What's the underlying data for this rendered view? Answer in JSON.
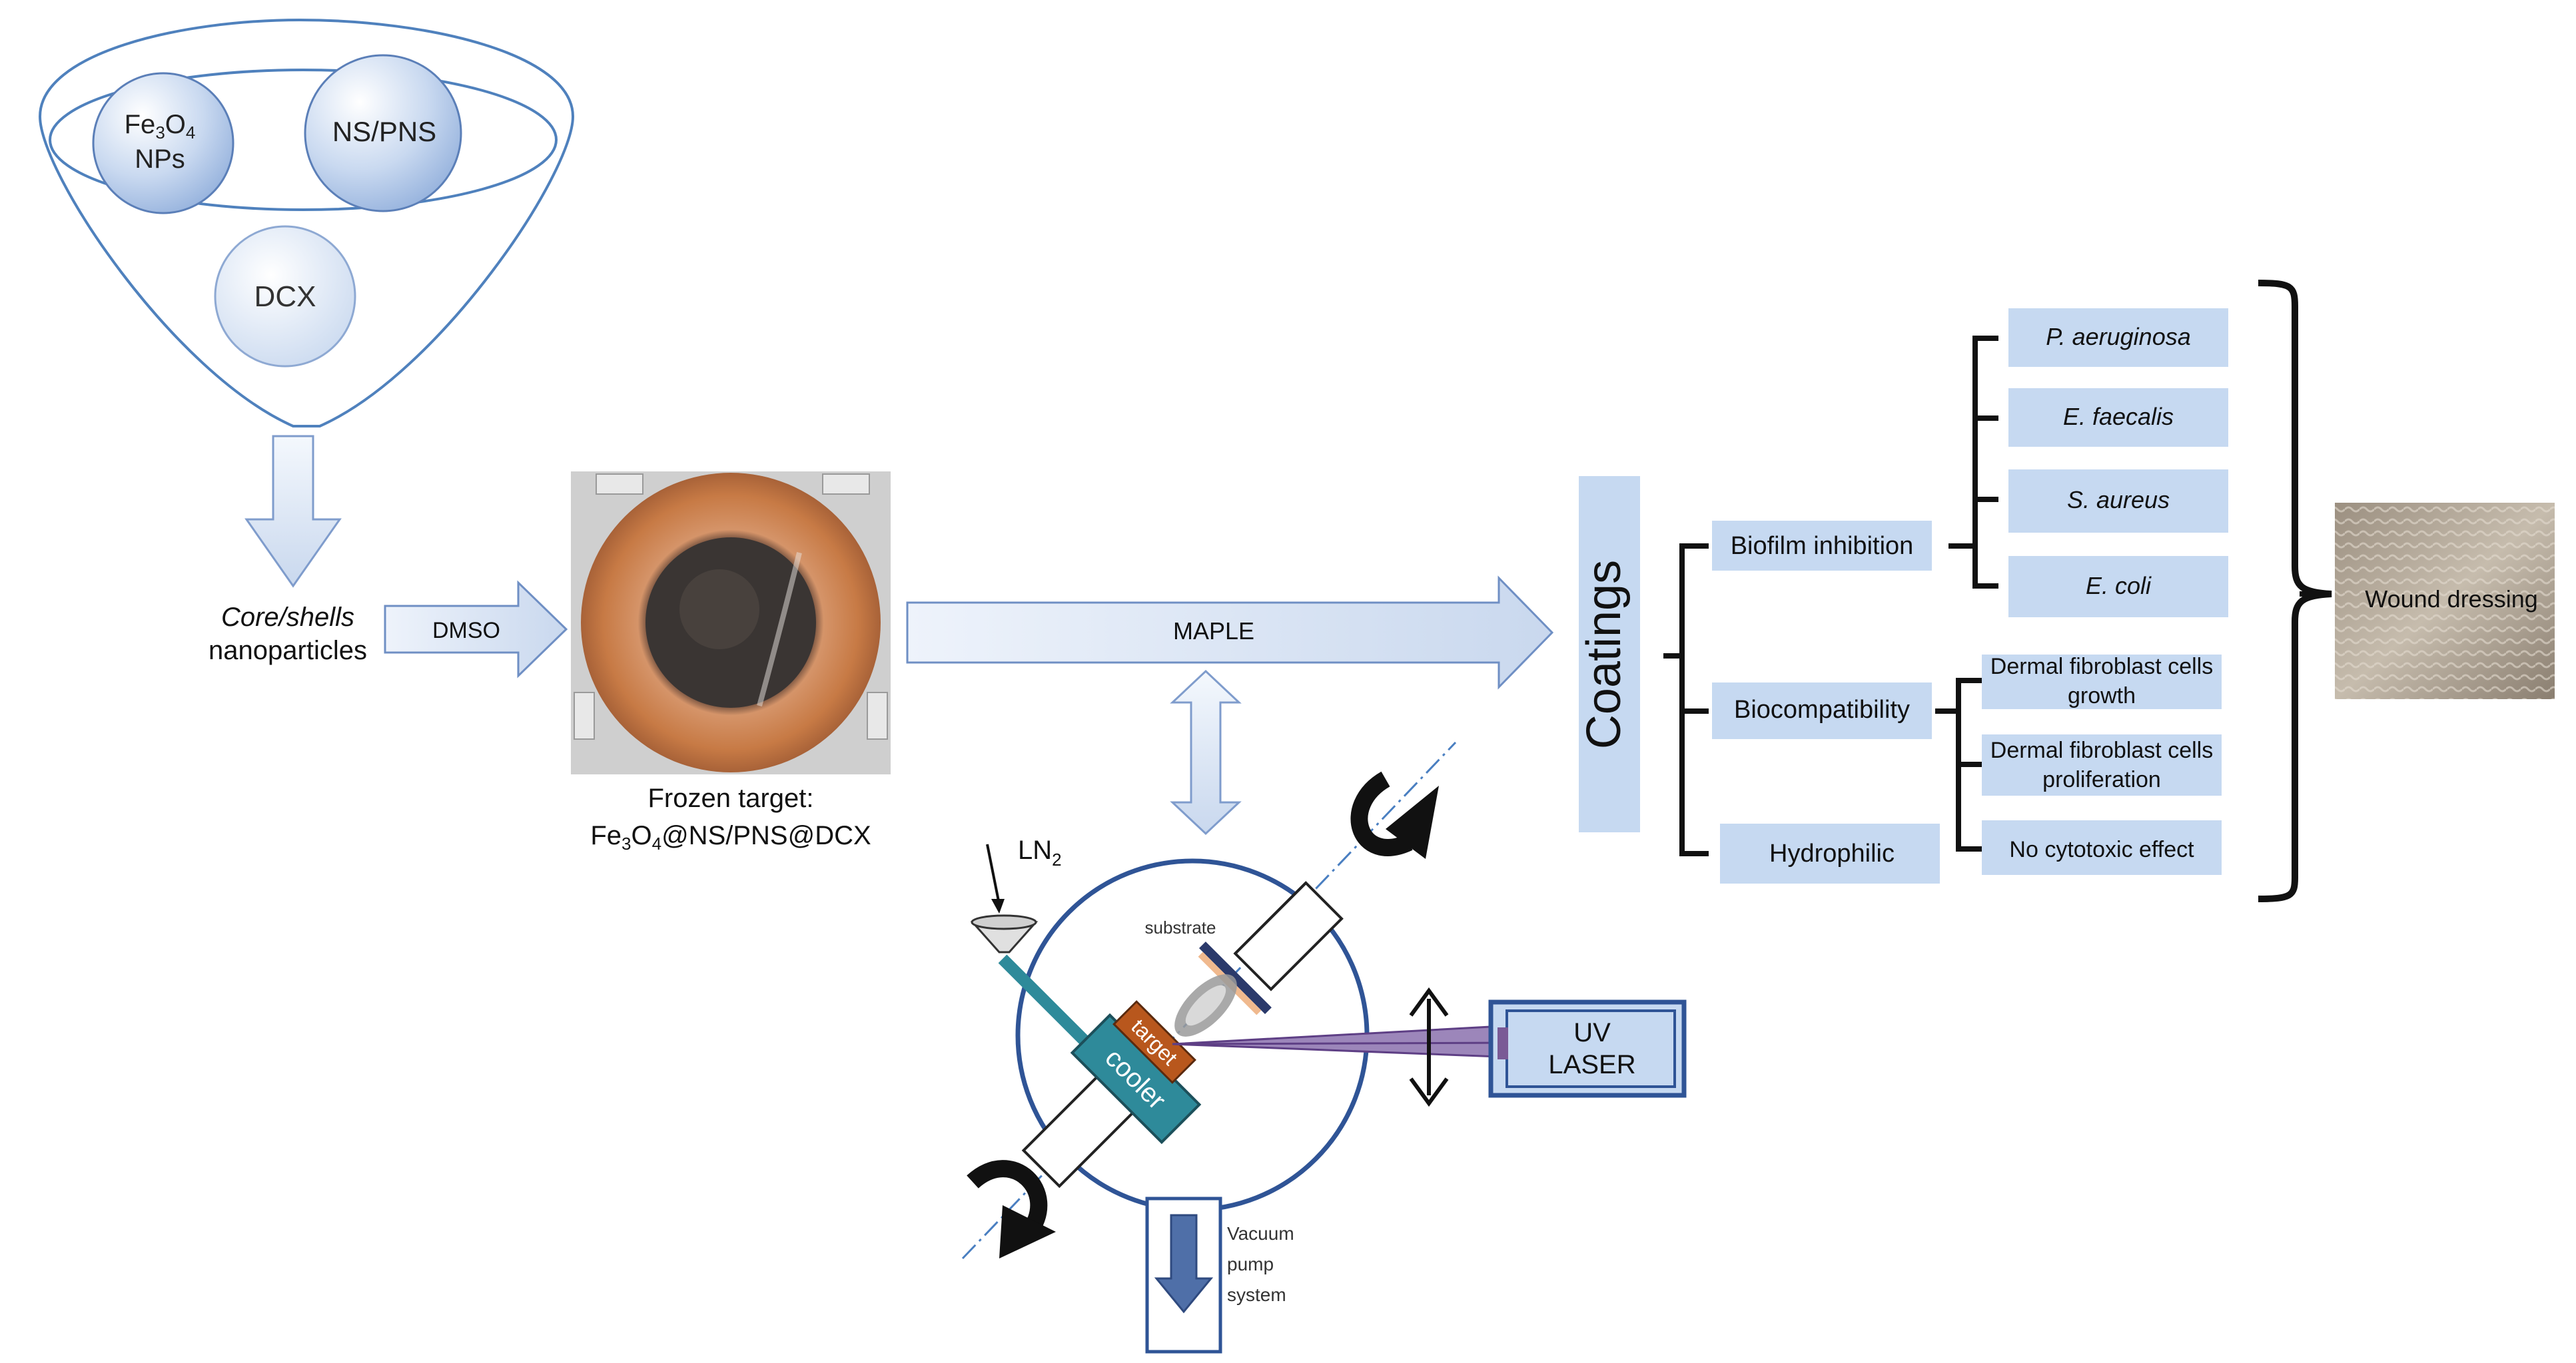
{
  "funnel": {
    "fe3o4_line1_main": "Fe",
    "fe3o4_sub1": "3",
    "fe3o4_o": "O",
    "fe3o4_sub2": "4",
    "fe3o4_line2": "NPs",
    "ns_pns": "NS/PNS",
    "dcx": "DCX"
  },
  "core_shells": {
    "line1": "Core/shells",
    "line2": "nanoparticles"
  },
  "dmso_label": "DMSO",
  "frozen_target": {
    "line1": "Frozen target:",
    "line2_a": "Fe",
    "line2_sub1": "3",
    "line2_b": "O",
    "line2_sub2": "4",
    "line2_c": "@NS/PNS@DCX"
  },
  "maple_label": "MAPLE",
  "chamber": {
    "ln2_main": "LN",
    "ln2_sub": "2",
    "substrate": "substrate",
    "target": "target",
    "cooler": "cooler",
    "laser_line1": "UV",
    "laser_line2": "LASER",
    "vacuum_line1": "Vacuum",
    "vacuum_line2": "pump",
    "vacuum_line3": "system"
  },
  "coatings_label": "Coatings",
  "properties": {
    "biofilm": "Biofilm inhibition",
    "biocompat": "Biocompatibility",
    "hydrophilic": "Hydrophilic"
  },
  "bacteria": [
    "P. aeruginosa",
    "E. faecalis",
    "S. aureus",
    "E. coli"
  ],
  "cells": {
    "c1_line1": "Dermal fibroblast cells",
    "c1_line2": "growth",
    "c2_line1": "Dermal fibroblast cells",
    "c2_line2": "proliferation",
    "c3": "No cytotoxic effect"
  },
  "wound_dressing": "Wound dressing",
  "colors": {
    "box_fill": "#c6d9f1",
    "arrow_fill": "#dce6f4",
    "arrow_stroke": "#4f81bd",
    "chamber_stroke": "#2f5496",
    "copper": "#c97c4a",
    "cooler": "#2e8a9a",
    "target": "#b8571d",
    "laser_beam": "#7a5a96",
    "dashed_axis": "#4a7fc1"
  }
}
